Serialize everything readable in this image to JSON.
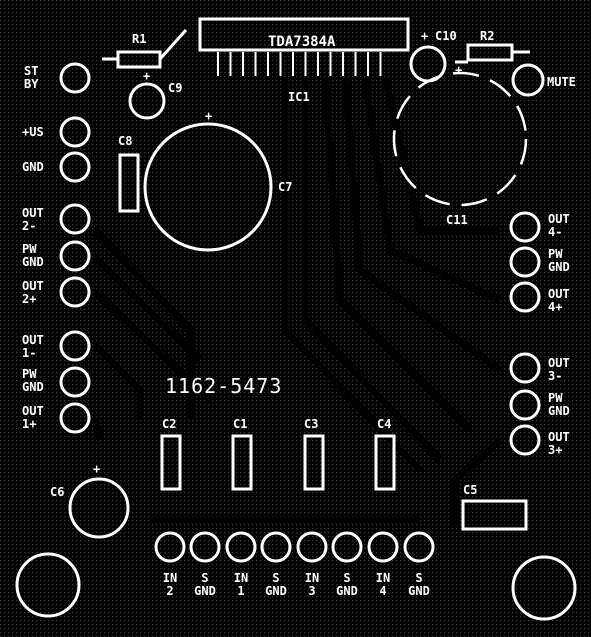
{
  "board": {
    "code": "1162-5473",
    "ic": {
      "ref": "IC1",
      "part": "TDA7384A"
    },
    "components": {
      "r1": "R1",
      "r2": "R2",
      "c1": "C1",
      "c2": "C2",
      "c3": "C3",
      "c4": "C4",
      "c5": "C5",
      "c6": "C6",
      "c7": "C7",
      "c8": "C8",
      "c9": "C9",
      "c10": "C10",
      "c11": "C11"
    },
    "polarity": "+",
    "left_pads": [
      {
        "name": "st-by",
        "lines": [
          "ST",
          "BY"
        ]
      },
      {
        "name": "vs",
        "lines": [
          "+US"
        ]
      },
      {
        "name": "gnd",
        "lines": [
          "GND"
        ]
      },
      {
        "name": "out-2-minus",
        "lines": [
          "OUT",
          "2-"
        ]
      },
      {
        "name": "pw-gnd-2",
        "lines": [
          "PW",
          "GND"
        ]
      },
      {
        "name": "out-2-plus",
        "lines": [
          "OUT",
          "2+"
        ]
      },
      {
        "name": "out-1-minus",
        "lines": [
          "OUT",
          "1-"
        ]
      },
      {
        "name": "pw-gnd-1",
        "lines": [
          "PW",
          "GND"
        ]
      },
      {
        "name": "out-1-plus",
        "lines": [
          "OUT",
          "1+"
        ]
      }
    ],
    "right_pads": [
      {
        "name": "mute",
        "lines": [
          "MUTE"
        ]
      },
      {
        "name": "out-4-minus",
        "lines": [
          "OUT",
          "4-"
        ]
      },
      {
        "name": "pw-gnd-4",
        "lines": [
          "PW",
          "GND"
        ]
      },
      {
        "name": "out-4-plus",
        "lines": [
          "OUT",
          "4+"
        ]
      },
      {
        "name": "out-3-minus",
        "lines": [
          "OUT",
          "3-"
        ]
      },
      {
        "name": "pw-gnd-3",
        "lines": [
          "PW",
          "GND"
        ]
      },
      {
        "name": "out-3-plus",
        "lines": [
          "OUT",
          "3+"
        ]
      }
    ],
    "bottom_pads": [
      {
        "name": "in-2",
        "lines": [
          "IN",
          "2"
        ]
      },
      {
        "name": "s-gnd-a",
        "lines": [
          "S",
          "GND"
        ]
      },
      {
        "name": "in-1",
        "lines": [
          "IN",
          "1"
        ]
      },
      {
        "name": "s-gnd-b",
        "lines": [
          "S",
          "GND"
        ]
      },
      {
        "name": "in-3",
        "lines": [
          "IN",
          "3"
        ]
      },
      {
        "name": "s-gnd-c",
        "lines": [
          "S",
          "GND"
        ]
      },
      {
        "name": "in-4",
        "lines": [
          "IN",
          "4"
        ]
      },
      {
        "name": "s-gnd-d",
        "lines": [
          "S",
          "GND"
        ]
      }
    ],
    "colors": {
      "background": "#000000",
      "silkscreen": "#ffffff",
      "copper_grid": "#3a3a3a"
    }
  }
}
